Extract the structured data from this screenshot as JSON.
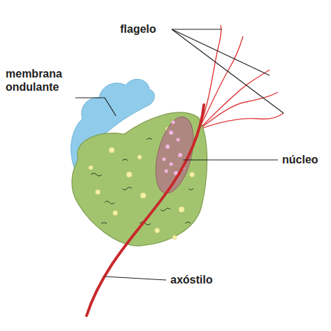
{
  "diagram": {
    "labels": [
      "flagelo",
      "membrana ondulante",
      "núcleo",
      "axóstilo"
    ]
  }
}
